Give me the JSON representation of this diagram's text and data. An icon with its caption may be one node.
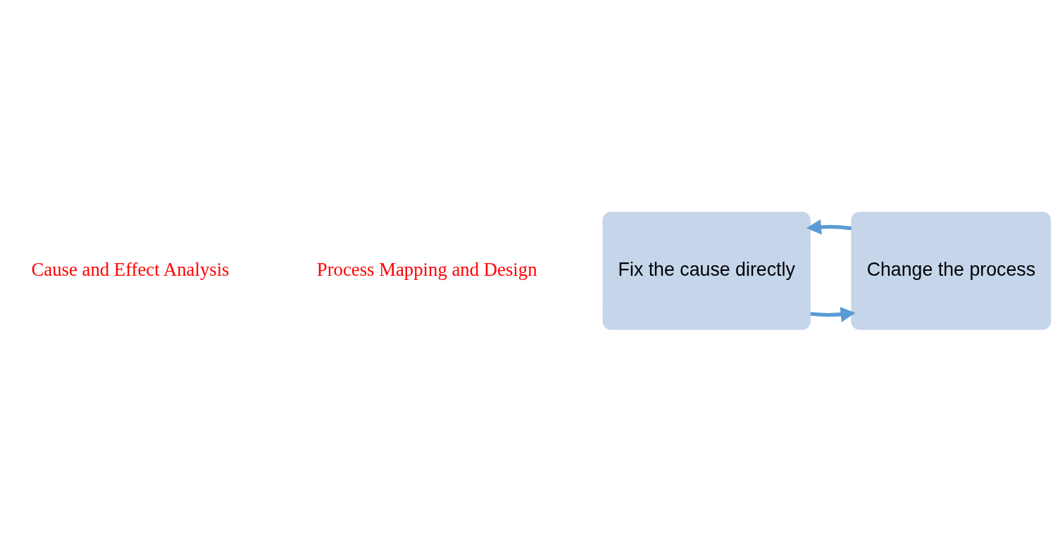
{
  "diagram": {
    "nodes": [
      {
        "text": [
          "Fix the cause directly"
        ]
      },
      {
        "text": [
          "Change the process"
        ]
      }
    ],
    "edges": [
      {
        "from": 0,
        "to": 1,
        "arrow": "to"
      },
      {
        "from": 1,
        "to": 0,
        "arrow": "to"
      }
    ],
    "labels": [
      "Cause and Effect Analysis",
      "Process Mapping and Design"
    ]
  }
}
